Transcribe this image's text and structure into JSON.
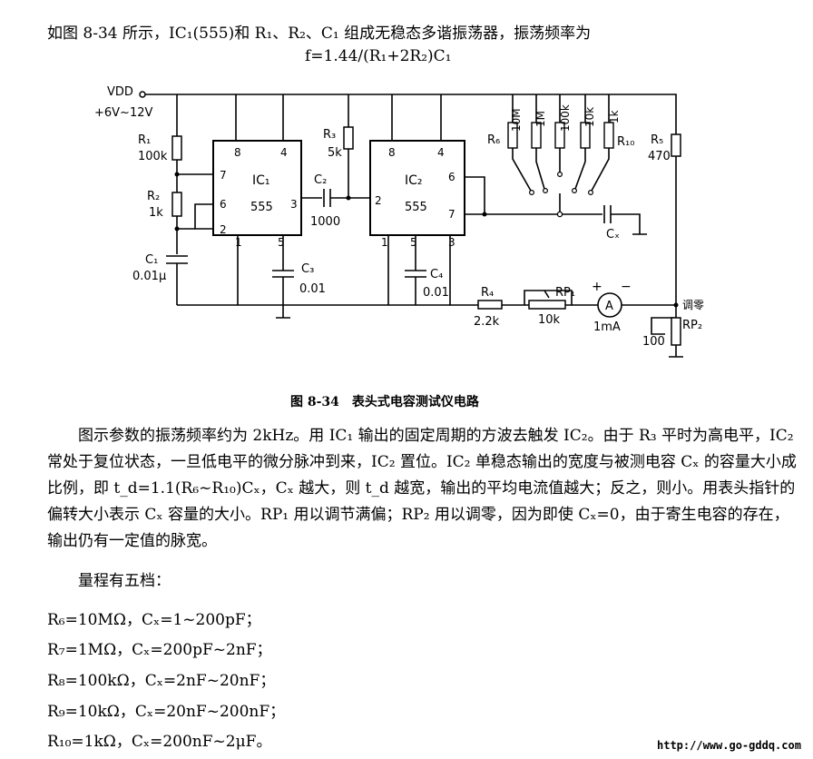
{
  "intro_line": "如图 8-34 所示，IC₁(555)和 R₁、R₂、C₁ 组成无稳态多谐振荡器，振荡频率为",
  "formula": "f=1.44/(R₁+2R₂)C₁",
  "schematic": {
    "vdd": "VDD",
    "supply": "+6V~12V",
    "r1": "R₁",
    "r1_val": "100k",
    "r2": "R₂",
    "r2_val": "1k",
    "c1": "C₁",
    "c1_val": "0.01μ",
    "ic1": "IC₁",
    "ic1_type": "555",
    "c3": "C₃",
    "c3_val": "0.01",
    "r3": "R₃",
    "r3_val": "5k",
    "c2": "C₂",
    "c2_val": "1000",
    "ic2": "IC₂",
    "ic2_type": "555",
    "c4": "C₄",
    "c4_val": "0.01",
    "r6": "R₆",
    "r10": "R₁₀",
    "switch_vals": [
      "10M",
      "1M",
      "100k",
      "10k",
      "1k"
    ],
    "cx": "Cₓ",
    "r5": "R₅",
    "r5_val": "470",
    "r4": "R₄",
    "r4_val": "2.2k",
    "rp1": "RP₁",
    "rp1_val": "10k",
    "meter": "A",
    "meter_val": "1mA",
    "meter_plus": "+",
    "meter_minus": "−",
    "zero_label": "调零",
    "rp2": "RP₂",
    "rp2_val": "100",
    "pins": {
      "ic1_8": "8",
      "ic1_4": "4",
      "ic1_7": "7",
      "ic1_6": "6",
      "ic1_2": "2",
      "ic1_3": "3",
      "ic1_1": "1",
      "ic1_5": "5",
      "ic2_8": "8",
      "ic2_4": "4",
      "ic2_6": "6",
      "ic2_2": "2",
      "ic2_7": "7",
      "ic2_1": "1",
      "ic2_5": "5",
      "ic2_3": "3"
    }
  },
  "caption": "图 8-34　表头式电容测试仪电路",
  "paragraph": "图示参数的振荡频率约为 2kHz。用 IC₁ 输出的固定周期的方波去触发 IC₂。由于 R₃ 平时为高电平，IC₂ 常处于复位状态，一旦低电平的微分脉冲到来，IC₂ 置位。IC₂ 单稳态输出的宽度与被测电容 Cₓ 的容量大小成比例，即 t_d=1.1(R₆~R₁₀)Cₓ，Cₓ 越大，则 t_d 越宽，输出的平均电流值越大；反之，则小。用表头指针的偏转大小表示 Cₓ 容量的大小。RP₁ 用以调节满偏；RP₂ 用以调零，因为即使 Cₓ=0，由于寄生电容的存在，输出仍有一定值的脉宽。",
  "ranges_intro": "量程有五档：",
  "ranges": [
    "R₆=10MΩ，Cₓ=1~200pF；",
    "R₇=1MΩ，Cₓ=200pF~2nF；",
    "R₈=100kΩ，Cₓ=2nF~20nF；",
    "R₉=10kΩ，Cₓ=20nF~200nF；",
    "R₁₀=1kΩ，Cₓ=200nF~2μF。"
  ],
  "watermark": "http://www.go-gddq.com"
}
